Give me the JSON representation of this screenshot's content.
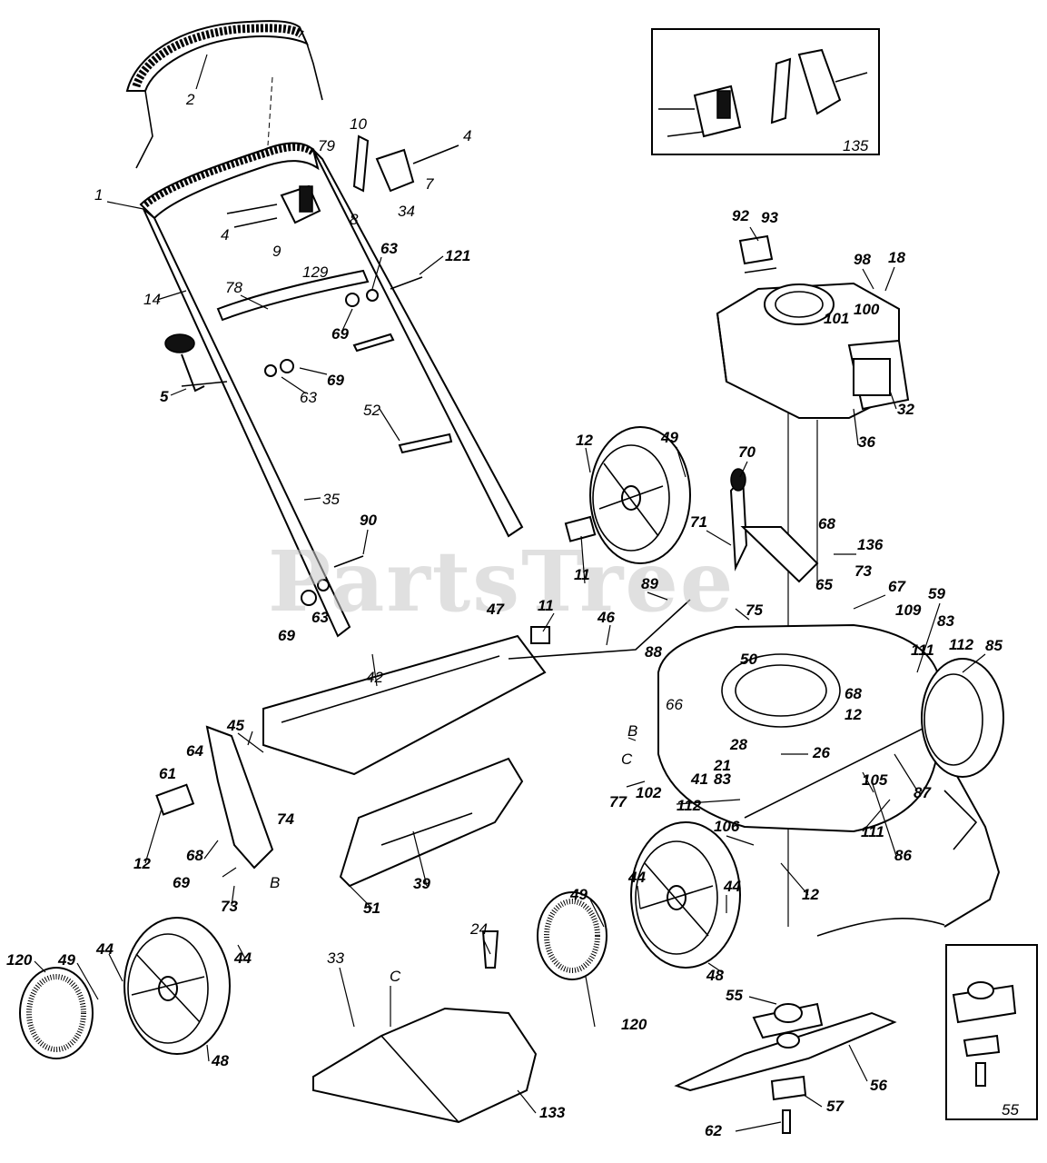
{
  "watermark": "PartsTree",
  "labels": [
    {
      "text": "2"
    },
    {
      "text": "4"
    },
    {
      "text": "10"
    },
    {
      "text": "79"
    },
    {
      "text": "7"
    },
    {
      "text": "1"
    },
    {
      "text": "8"
    },
    {
      "text": "34"
    },
    {
      "text": "4"
    },
    {
      "text": "9"
    },
    {
      "text": "129"
    },
    {
      "text": "63"
    },
    {
      "text": "121"
    },
    {
      "text": "14"
    },
    {
      "text": "78"
    },
    {
      "text": "69"
    },
    {
      "text": "5"
    },
    {
      "text": "69"
    },
    {
      "text": "63"
    },
    {
      "text": "52"
    },
    {
      "text": "35"
    },
    {
      "text": "90"
    },
    {
      "text": "69"
    },
    {
      "text": "63"
    },
    {
      "text": "92"
    },
    {
      "text": "93"
    },
    {
      "text": "98"
    },
    {
      "text": "18"
    },
    {
      "text": "101"
    },
    {
      "text": "100"
    },
    {
      "text": "32"
    },
    {
      "text": "36"
    },
    {
      "text": "12"
    },
    {
      "text": "49"
    },
    {
      "text": "70"
    },
    {
      "text": "71"
    },
    {
      "text": "11"
    },
    {
      "text": "68"
    },
    {
      "text": "136"
    },
    {
      "text": "11"
    },
    {
      "text": "89"
    },
    {
      "text": "73"
    },
    {
      "text": "67"
    },
    {
      "text": "65"
    },
    {
      "text": "59"
    },
    {
      "text": "47"
    },
    {
      "text": "46"
    },
    {
      "text": "75"
    },
    {
      "text": "109"
    },
    {
      "text": "83"
    },
    {
      "text": "112"
    },
    {
      "text": "85"
    },
    {
      "text": "88"
    },
    {
      "text": "50"
    },
    {
      "text": "111"
    },
    {
      "text": "42"
    },
    {
      "text": "68"
    },
    {
      "text": "66"
    },
    {
      "text": "12"
    },
    {
      "text": "45"
    },
    {
      "text": "B"
    },
    {
      "text": "28"
    },
    {
      "text": "26"
    },
    {
      "text": "64"
    },
    {
      "text": "C"
    },
    {
      "text": "21"
    },
    {
      "text": "41"
    },
    {
      "text": "83"
    },
    {
      "text": "87"
    },
    {
      "text": "61"
    },
    {
      "text": "77"
    },
    {
      "text": "102"
    },
    {
      "text": "105"
    },
    {
      "text": "112"
    },
    {
      "text": "74"
    },
    {
      "text": "111"
    },
    {
      "text": "86"
    },
    {
      "text": "12"
    },
    {
      "text": "68"
    },
    {
      "text": "106"
    },
    {
      "text": "39"
    },
    {
      "text": "69"
    },
    {
      "text": "B"
    },
    {
      "text": "12"
    },
    {
      "text": "73"
    },
    {
      "text": "51"
    },
    {
      "text": "49"
    },
    {
      "text": "44"
    },
    {
      "text": "44"
    },
    {
      "text": "120"
    },
    {
      "text": "49"
    },
    {
      "text": "44"
    },
    {
      "text": "44"
    },
    {
      "text": "48"
    },
    {
      "text": "24"
    },
    {
      "text": "33"
    },
    {
      "text": "C"
    },
    {
      "text": "55"
    },
    {
      "text": "120"
    },
    {
      "text": "48"
    },
    {
      "text": "56"
    },
    {
      "text": "57"
    },
    {
      "text": "133"
    },
    {
      "text": "62"
    },
    {
      "text": "135"
    },
    {
      "text": "55"
    }
  ]
}
